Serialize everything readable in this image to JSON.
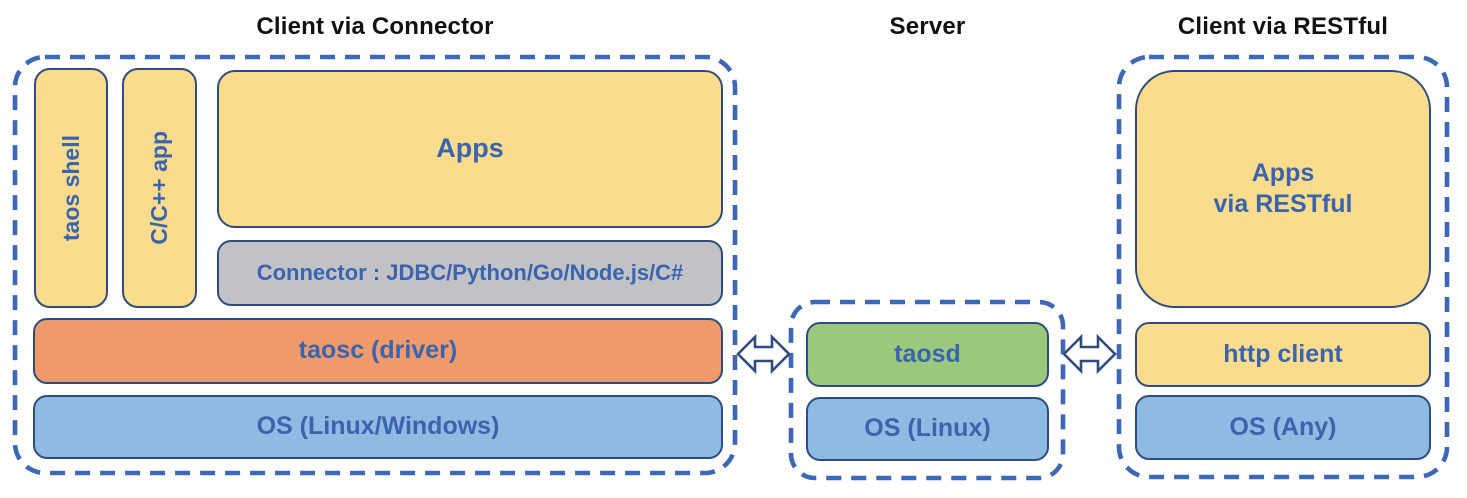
{
  "colors": {
    "yellow": "#FBDC8C",
    "orange": "#F09A6B",
    "blue": "#8EBBE2",
    "green": "#9CC87D",
    "gray": "#C2C2C6",
    "navy": "#2E4D7E",
    "dash": "#3D68B5",
    "text": "#3A64AE",
    "title": "#111111"
  },
  "left_section": {
    "title": "Client via Connector",
    "taos_shell_label": "taos shell",
    "cpp_app_label": "C/C++ app",
    "apps_label": "Apps",
    "connector_label": "Connector : JDBC/Python/Go/Node.js/C#",
    "taosc_label": "taosc (driver)",
    "os_label": "OS (Linux/Windows)"
  },
  "server_section": {
    "title": "Server",
    "taosd_label": "taosd",
    "os_label": "OS (Linux)"
  },
  "rest_section": {
    "title": "Client via RESTful",
    "apps_lines": [
      "Apps",
      "via RESTful"
    ],
    "http_client_label": "http client",
    "os_label": "OS (Any)"
  },
  "arrows": {
    "client_server": "double-headed-arrow",
    "server_rest": "double-headed-arrow"
  }
}
